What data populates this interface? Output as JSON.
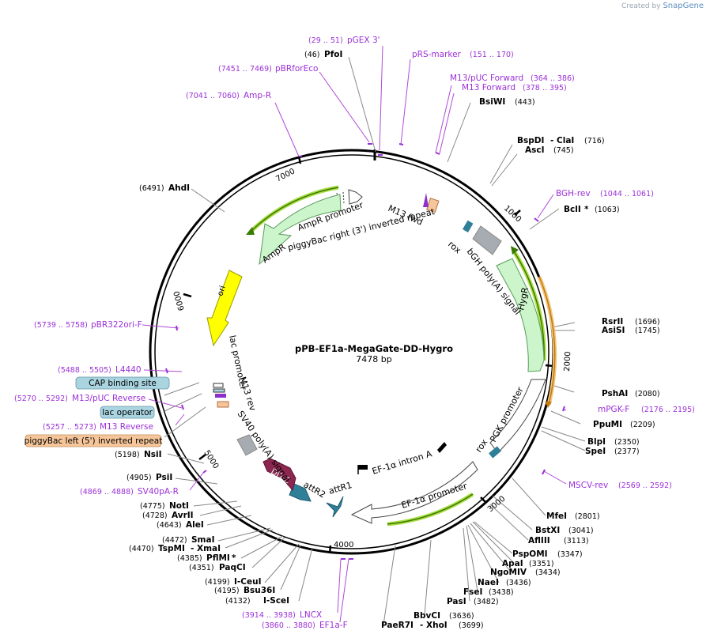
{
  "watermark": {
    "prefix": "Created by",
    "brand": "SnapGene"
  },
  "plasmid": {
    "name": "pPB-EF1a-MegaGate-DD-Hygro",
    "length": "7478 bp"
  },
  "ticks": [
    "1000",
    "2000",
    "3000",
    "4000",
    "5000",
    "6000",
    "7000"
  ],
  "sites": [
    {
      "name": "PfoI",
      "pos": "(46)",
      "star": false
    },
    {
      "name": "BsiWI",
      "pos": "(443)",
      "star": false
    },
    {
      "name": "BspDI",
      "pos": "(716)",
      "extra": "- ClaI",
      "star": false
    },
    {
      "name": "AscI",
      "pos": "(745)",
      "star": false
    },
    {
      "name": "BclI",
      "pos": "(1063)",
      "star": true
    },
    {
      "name": "RsrII",
      "pos": "(1696)",
      "star": false
    },
    {
      "name": "AsiSI",
      "pos": "(1745)",
      "star": false
    },
    {
      "name": "PshAI",
      "pos": "(2080)",
      "star": false
    },
    {
      "name": "PpuMI",
      "pos": "(2209)",
      "star": false
    },
    {
      "name": "BlpI",
      "pos": "(2350)",
      "star": false
    },
    {
      "name": "SpeI",
      "pos": "(2377)",
      "star": false
    },
    {
      "name": "MfeI",
      "pos": "(2801)",
      "star": false
    },
    {
      "name": "BstXI",
      "pos": "(3041)",
      "star": false
    },
    {
      "name": "AflIII",
      "pos": "(3113)",
      "star": false
    },
    {
      "name": "PspOMI",
      "pos": "(3347)",
      "star": false
    },
    {
      "name": "ApaI",
      "pos": "(3351)",
      "star": false
    },
    {
      "name": "NgoMIV",
      "pos": "(3434)",
      "star": false
    },
    {
      "name": "NaeI",
      "pos": "(3436)",
      "star": false
    },
    {
      "name": "FseI",
      "pos": "(3438)",
      "star": false
    },
    {
      "name": "PasI",
      "pos": "(3482)",
      "star": false
    },
    {
      "name": "BbvCI",
      "pos": "(3636)",
      "star": false
    },
    {
      "name": "PaeR7I",
      "pos": "(3699)",
      "extra": "- XhoI",
      "star": false
    },
    {
      "name": "I-SceI",
      "pos": "(4132)",
      "star": false
    },
    {
      "name": "Bsu36I",
      "pos": "(4195)",
      "star": false
    },
    {
      "name": "I-CeuI",
      "pos": "(4199)",
      "star": false
    },
    {
      "name": "PaqCI",
      "pos": "(4351)",
      "star": false
    },
    {
      "name": "PflMI",
      "pos": "(4385)",
      "star": true
    },
    {
      "name": "TspMI",
      "pos": "(4470)",
      "extra": "- XmaI",
      "star": false
    },
    {
      "name": "SmaI",
      "pos": "(4472)",
      "star": false
    },
    {
      "name": "AleI",
      "pos": "(4643)",
      "star": false
    },
    {
      "name": "AvrII",
      "pos": "(4728)",
      "star": false
    },
    {
      "name": "NotI",
      "pos": "(4775)",
      "star": false
    },
    {
      "name": "PsiI",
      "pos": "(4905)",
      "star": false
    },
    {
      "name": "NsiI",
      "pos": "(5198)",
      "star": false
    },
    {
      "name": "AhdI",
      "pos": "(6491)",
      "star": false
    }
  ],
  "primers": [
    {
      "name": "pGEX 3'",
      "range": "(29 .. 51)"
    },
    {
      "name": "pRS-marker",
      "range": "(151 .. 170)"
    },
    {
      "name": "M13/pUC Forward",
      "range": "(364 .. 386)"
    },
    {
      "name": "M13 Forward",
      "range": "(378 .. 395)"
    },
    {
      "name": "BGH-rev",
      "range": "(1044 .. 1061)"
    },
    {
      "name": "mPGK-F",
      "range": "(2176 .. 2195)"
    },
    {
      "name": "MSCV-rev",
      "range": "(2569 .. 2592)"
    },
    {
      "name": "EF1a-F",
      "range": "(3860 .. 3880)"
    },
    {
      "name": "LNCX",
      "range": "(3914 .. 3938)"
    },
    {
      "name": "SV40pA-R",
      "range": "(4869 .. 4888)"
    },
    {
      "name": "M13 Reverse",
      "range": "(5257 .. 5273)"
    },
    {
      "name": "M13/pUC Reverse",
      "range": "(5270 .. 5292)"
    },
    {
      "name": "L4440",
      "range": "(5488 .. 5505)"
    },
    {
      "name": "pBR322ori-F",
      "range": "(5739 .. 5758)"
    },
    {
      "name": "Amp-R",
      "range": "(7041 .. 7060)"
    },
    {
      "name": "pBRforEco",
      "range": "(7451 .. 7469)"
    }
  ],
  "boxed_labels": [
    {
      "name": "CAP binding site",
      "color": "#a9d4e0"
    },
    {
      "name": "lac operator",
      "color": "#a9d4e0"
    },
    {
      "name": "piggyBac left (5') inverted repeat",
      "color": "#f6c69a"
    }
  ],
  "features": [
    {
      "name": "AmpR promoter"
    },
    {
      "name": "piggyBac right (3') inverted repeat"
    },
    {
      "name": "AmpR"
    },
    {
      "name": "M13 fwd"
    },
    {
      "name": "rox"
    },
    {
      "name": "bGH poly(A) signal"
    },
    {
      "name": "HygR"
    },
    {
      "name": "PGK promoter"
    },
    {
      "name": "rox"
    },
    {
      "name": "EF-1α promoter"
    },
    {
      "name": "EF-1α intron A"
    },
    {
      "name": "attR1"
    },
    {
      "name": "attR2"
    },
    {
      "name": "DD-C"
    },
    {
      "name": "SV40 poly(A) signal"
    },
    {
      "name": "M13 rev"
    },
    {
      "name": "lac promoter"
    },
    {
      "name": "ori"
    }
  ],
  "colors": {
    "backbone": "#000000",
    "primer": "#9b30d8",
    "ampR_fill": "#ccf5cc",
    "ori_fill": "#ffff00",
    "orf_line": "#4a9a10",
    "orf_outline": "#aadd44",
    "amber": "#e6a020",
    "teal": "#2e7f97",
    "ddc": "#8c2750",
    "grey": "#a7abb2"
  }
}
